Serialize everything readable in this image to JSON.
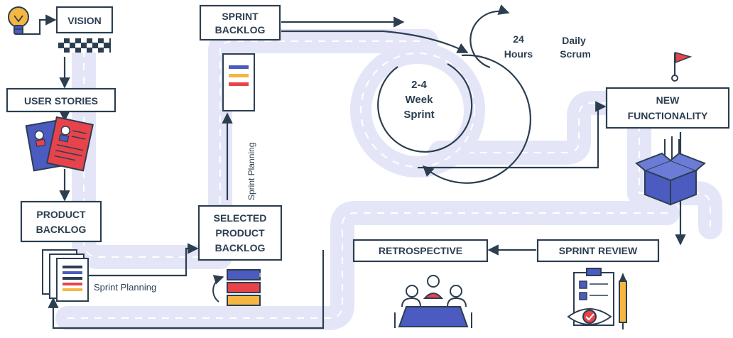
{
  "nodes": {
    "vision": "VISION",
    "user_stories": "USER STORIES",
    "product_backlog": [
      "PRODUCT",
      "BACKLOG"
    ],
    "selected_backlog": [
      "SELECTED",
      "PRODUCT",
      "BACKLOG"
    ],
    "sprint_backlog": [
      "SPRINT",
      "BACKLOG"
    ],
    "new_functionality": [
      "NEW",
      "FUNCTIONALITY"
    ],
    "sprint_review": "SPRINT REVIEW",
    "retrospective": "RETROSPECTIVE"
  },
  "labels": {
    "sprint_planning_horizontal": "Sprint Planning",
    "sprint_planning_vertical": "Sprint Planning",
    "sprint_cycle": [
      "2-4",
      "Week",
      "Sprint"
    ],
    "hours": [
      "24",
      "Hours"
    ],
    "daily_scrum": [
      "Daily",
      "Scrum"
    ]
  },
  "colors": {
    "ink": "#2c3e50",
    "road": "#e4e6f8",
    "red": "#e8434b",
    "blue": "#4b5bbf",
    "yellow": "#f5b642"
  },
  "icons": [
    "lightbulb-icon",
    "checkered-flag-icon",
    "user-story-cards-icon",
    "backlog-documents-icon",
    "sprint-backlog-list-icon",
    "book-stack-icon",
    "red-flag-icon",
    "delivery-box-icon",
    "team-meeting-icon",
    "review-clipboard-icon"
  ]
}
